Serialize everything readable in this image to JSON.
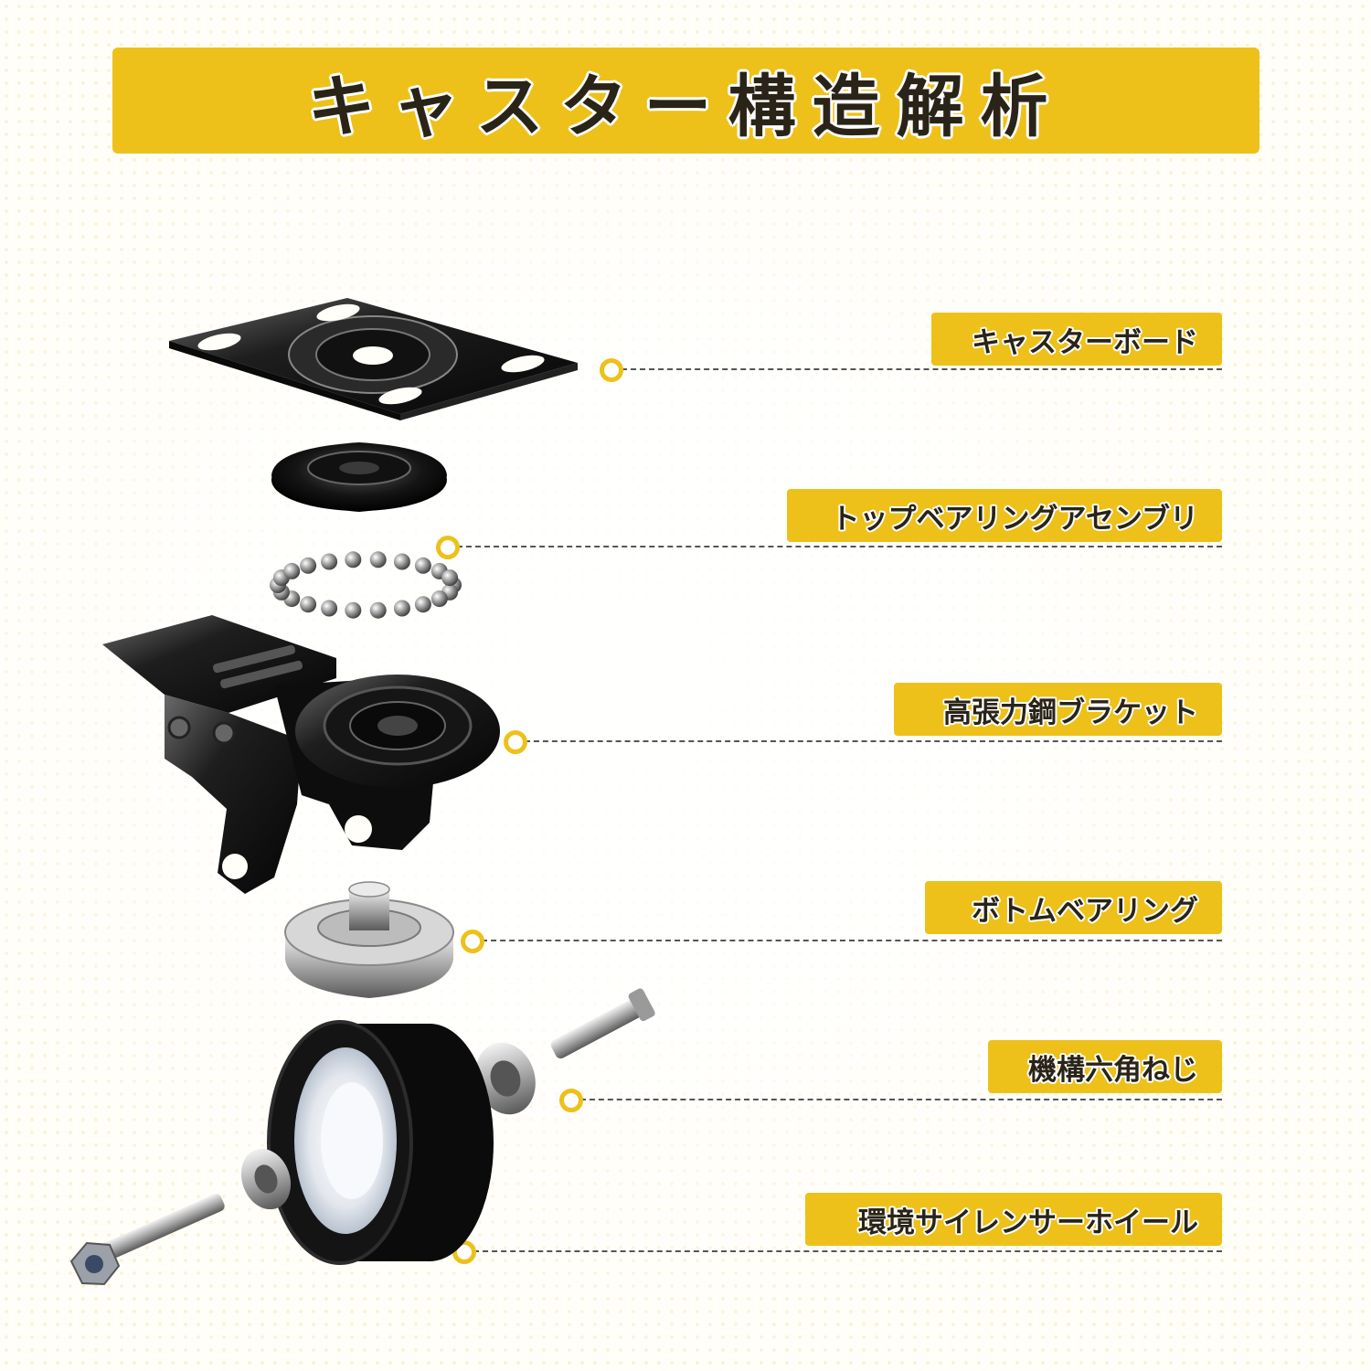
{
  "title": "キャスター構造解析",
  "accent_color": "#edc11a",
  "parts": [
    {
      "label": "キャスターボード",
      "icon": "mounting-plate-icon"
    },
    {
      "label": "トップベアリングアセンブリ",
      "icon": "top-bearing-cup-icon"
    },
    {
      "label": "高張力鋼ブラケット",
      "icon": "bracket-icon"
    },
    {
      "label": "ボトムベアリング",
      "icon": "bottom-bearing-icon"
    },
    {
      "label": "機構六角ねじ",
      "icon": "hex-bolt-icon"
    },
    {
      "label": "環境サイレンサーホイール",
      "icon": "wheel-icon"
    }
  ]
}
